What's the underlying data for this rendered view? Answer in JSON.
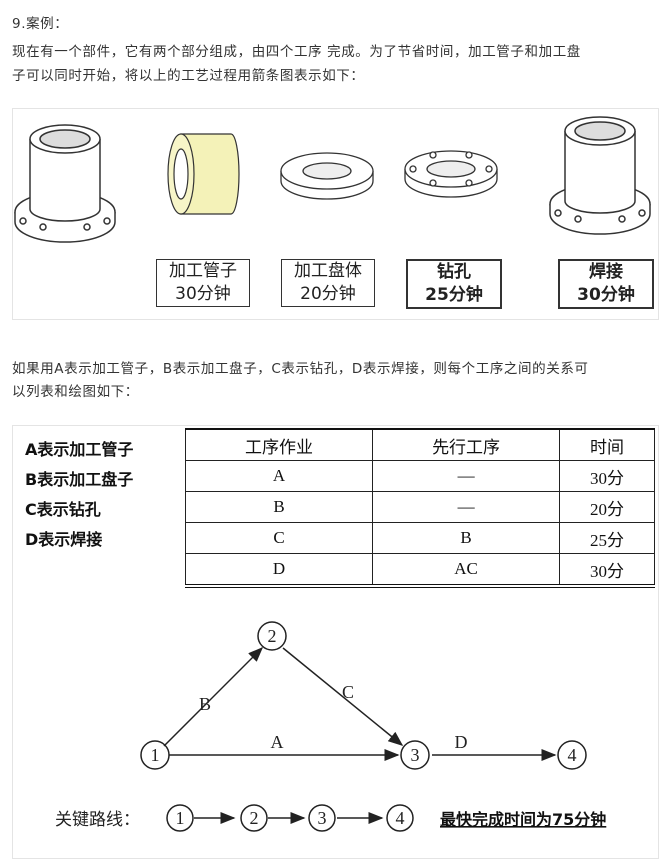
{
  "heading": "9.案例：",
  "intro_lines": [
    "现在有一个部件，它有两个部分组成，由四个工序  完成。为了节省时间，加工管子和加工盘",
    "子可以同时开始，将以上的工艺过程用箭条图表示如下："
  ],
  "process_figure": {
    "steps": [
      {
        "name": "加工管子",
        "time": "30分钟"
      },
      {
        "name": "加工盘体",
        "time": "20分钟"
      },
      {
        "name": "钻孔",
        "time": "25分钟"
      },
      {
        "name": "焊接",
        "time": "30分钟"
      }
    ]
  },
  "middle_lines": [
    "如果用A表示加工管子，B表示加工盘子，C表示钻孔，D表示焊接，则每个工序之间的关系可",
    "以列表和绘图如下："
  ],
  "legend": [
    "A表示加工管子",
    "B表示加工盘子",
    "C表示钻孔",
    "D表示焊接"
  ],
  "table": {
    "headers": [
      "工序作业",
      "先行工序",
      "时间"
    ],
    "rows": [
      [
        "A",
        "—",
        "30分"
      ],
      [
        "B",
        "—",
        "20分"
      ],
      [
        "C",
        "B",
        "25分"
      ],
      [
        "D",
        "AC",
        "30分"
      ]
    ]
  },
  "network": {
    "nodes": [
      "1",
      "2",
      "3",
      "4"
    ],
    "edges": [
      "B",
      "C",
      "A",
      "D"
    ]
  },
  "critical_path": {
    "label": "关键路线：",
    "nodes": [
      "1",
      "2",
      "3",
      "4"
    ],
    "result": "最快完成时间为75分钟"
  }
}
